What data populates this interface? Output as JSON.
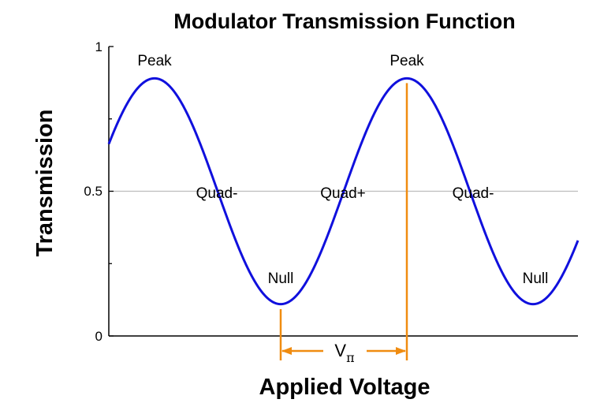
{
  "chart_data": {
    "type": "line",
    "title": "Modulator Transmission Function",
    "xlabel": "Applied Voltage",
    "ylabel": "Transmission",
    "ylim": [
      0,
      1
    ],
    "yticks": [
      "0",
      "0.5",
      "1"
    ],
    "grid": "horizontal at 0.5",
    "series": [
      {
        "type": "sinusoid",
        "mean": 0.5,
        "amplitude": 0.39,
        "period_v_pi": 2,
        "color": "#1010dd"
      }
    ],
    "annotations": {
      "peak_left": "Peak",
      "peak_right": "Peak",
      "quad_minus_left": "Quad-",
      "quad_plus": "Quad+",
      "quad_minus_right": "Quad-",
      "null_left": "Null",
      "null_right": "Null",
      "v_pi_main": "V",
      "v_pi_sub": "π"
    },
    "marker_color": "#f08c10",
    "grid_color": "#bdbdbd"
  }
}
